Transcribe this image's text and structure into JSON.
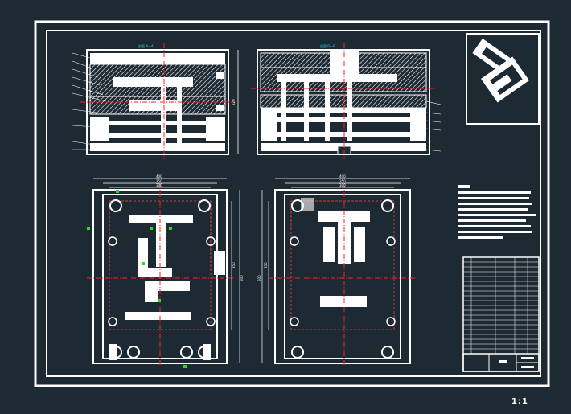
{
  "drawing": {
    "scale": "1:1"
  },
  "section_labels": {
    "left": "剖面 A—A",
    "right": "剖面 B—B"
  },
  "dimensions": {
    "plan_left_width_outer": "400",
    "plan_left_width_mid": "350",
    "plan_left_width_inner": "300",
    "plan_left_height_outer": "500",
    "plan_left_height_inner": "350",
    "plan_right_width_outer": "400",
    "plan_right_width_mid": "350",
    "plan_right_width_inner": "300",
    "plan_right_height_outer": "500",
    "plan_right_height_inner": "350",
    "section_left_height": "320"
  },
  "colors": {
    "background": "#1e2a33",
    "lines": "#ffffff",
    "centerlines": "#ff2020",
    "green": "#22dd22",
    "cyan": "#33ccee",
    "hatch": "#ffffff"
  }
}
